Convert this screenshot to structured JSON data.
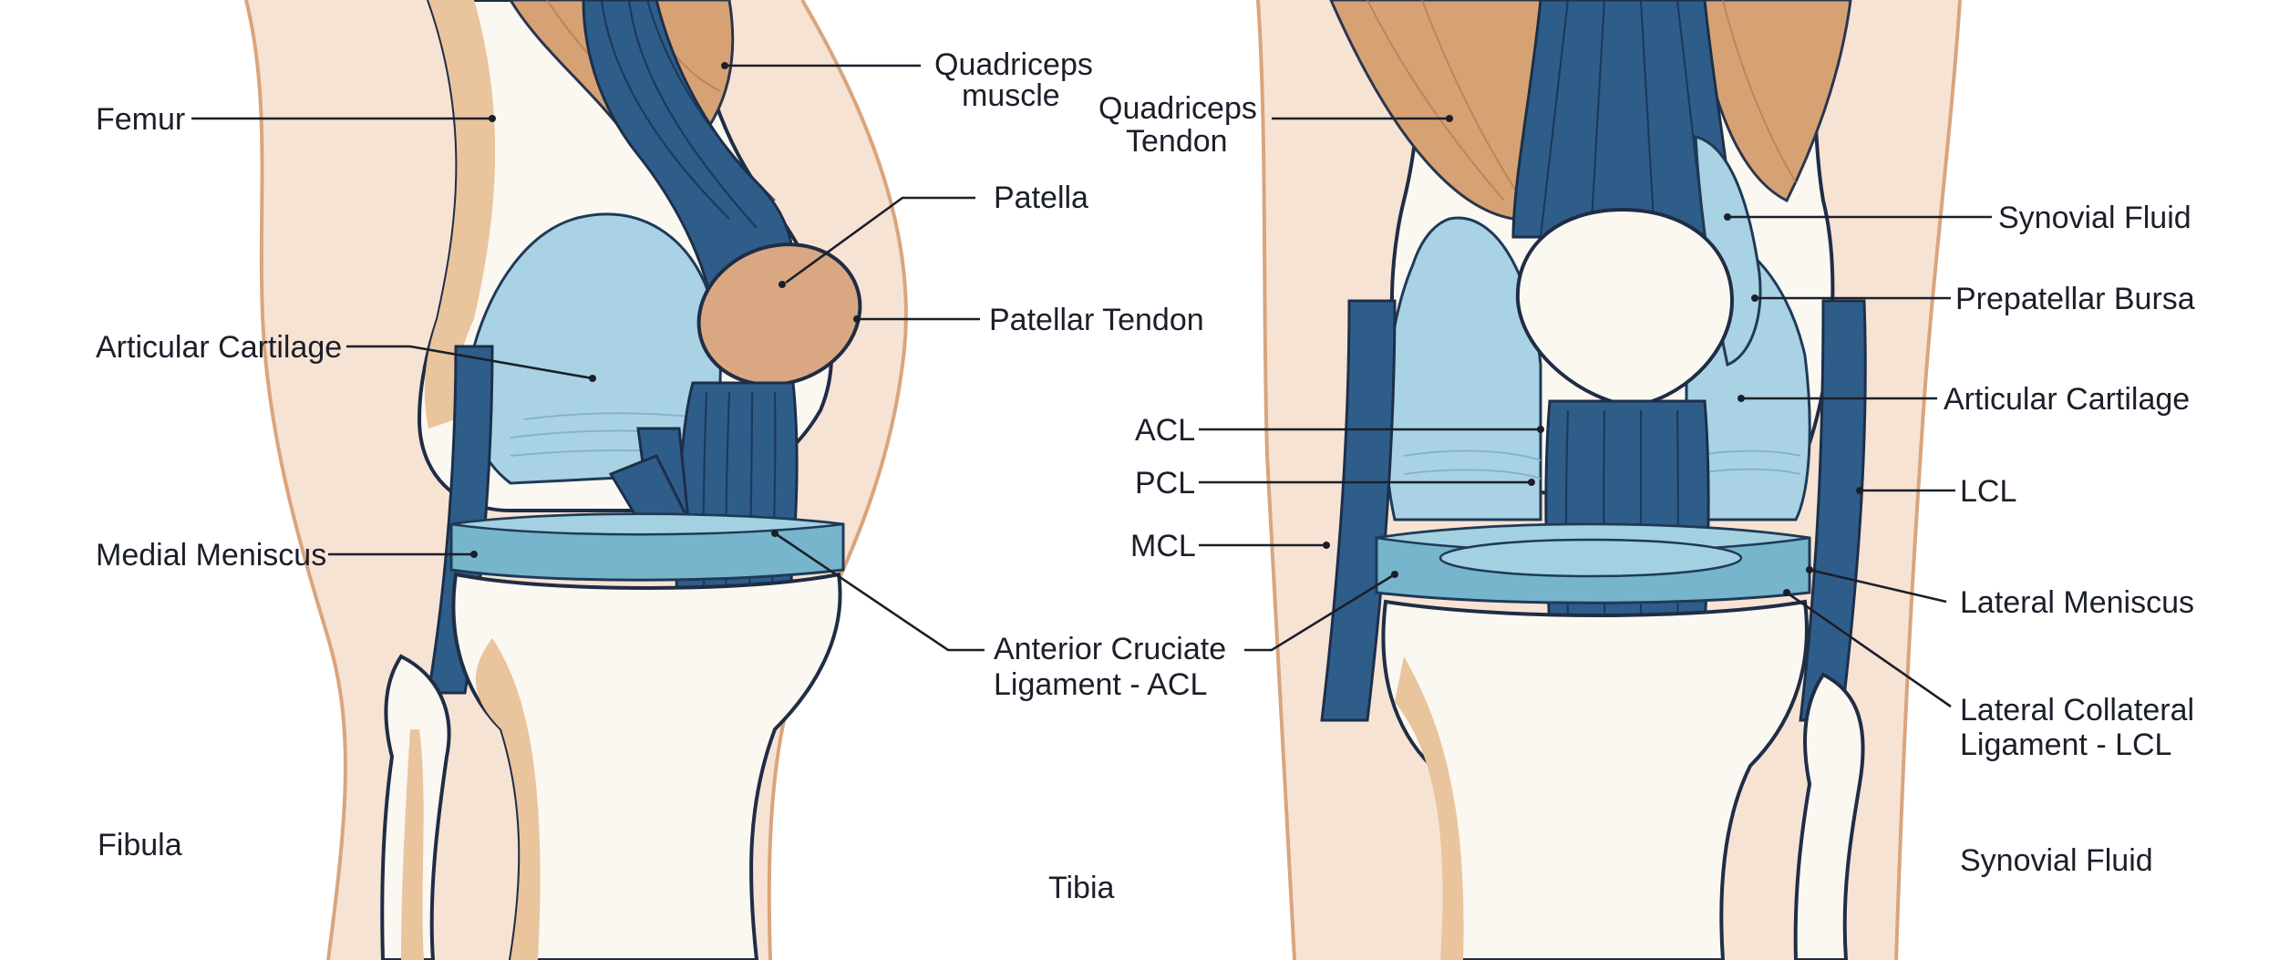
{
  "left_view": {
    "labels": {
      "femur": "Femur",
      "quadriceps_muscle_line1": "Quadriceps",
      "quadriceps_muscle_line2": "muscle",
      "patella": "Patella",
      "patellar_tendon": "Patellar Tendon",
      "articular_cartilage": "Articular Cartilage",
      "medial_meniscus": "Medial Meniscus",
      "acl_line1": "Anterior Cruciate",
      "acl_line2": "Ligament - ACL",
      "fibula": "Fibula",
      "tibia": "Tibia"
    }
  },
  "right_view": {
    "labels": {
      "quadriceps_tendon_line1": "Quadriceps",
      "quadriceps_tendon_line2": "Tendon",
      "synovial_fluid_top": "Synovial Fluid",
      "prepatellar_bursa": "Prepatellar Bursa",
      "articular_cartilage": "Articular Cartilage",
      "acl": "ACL",
      "pcl": "PCL",
      "mcl": "MCL",
      "lcl": "LCL",
      "lateral_meniscus": "Lateral Meniscus",
      "lateral_collateral_line1": "Lateral Collateral",
      "lateral_collateral_line2": "Ligament - LCL",
      "synovial_fluid_bottom": "Synovial Fluid"
    }
  },
  "colors": {
    "skin": "#f7e3d4",
    "bone": "#fbf7f1",
    "muscle": "#d7a273",
    "tendon": "#2f5d8a",
    "cartilage": "#a9d2e4",
    "meniscus": "#76b5cc",
    "label_text": "#1b1f2a"
  }
}
